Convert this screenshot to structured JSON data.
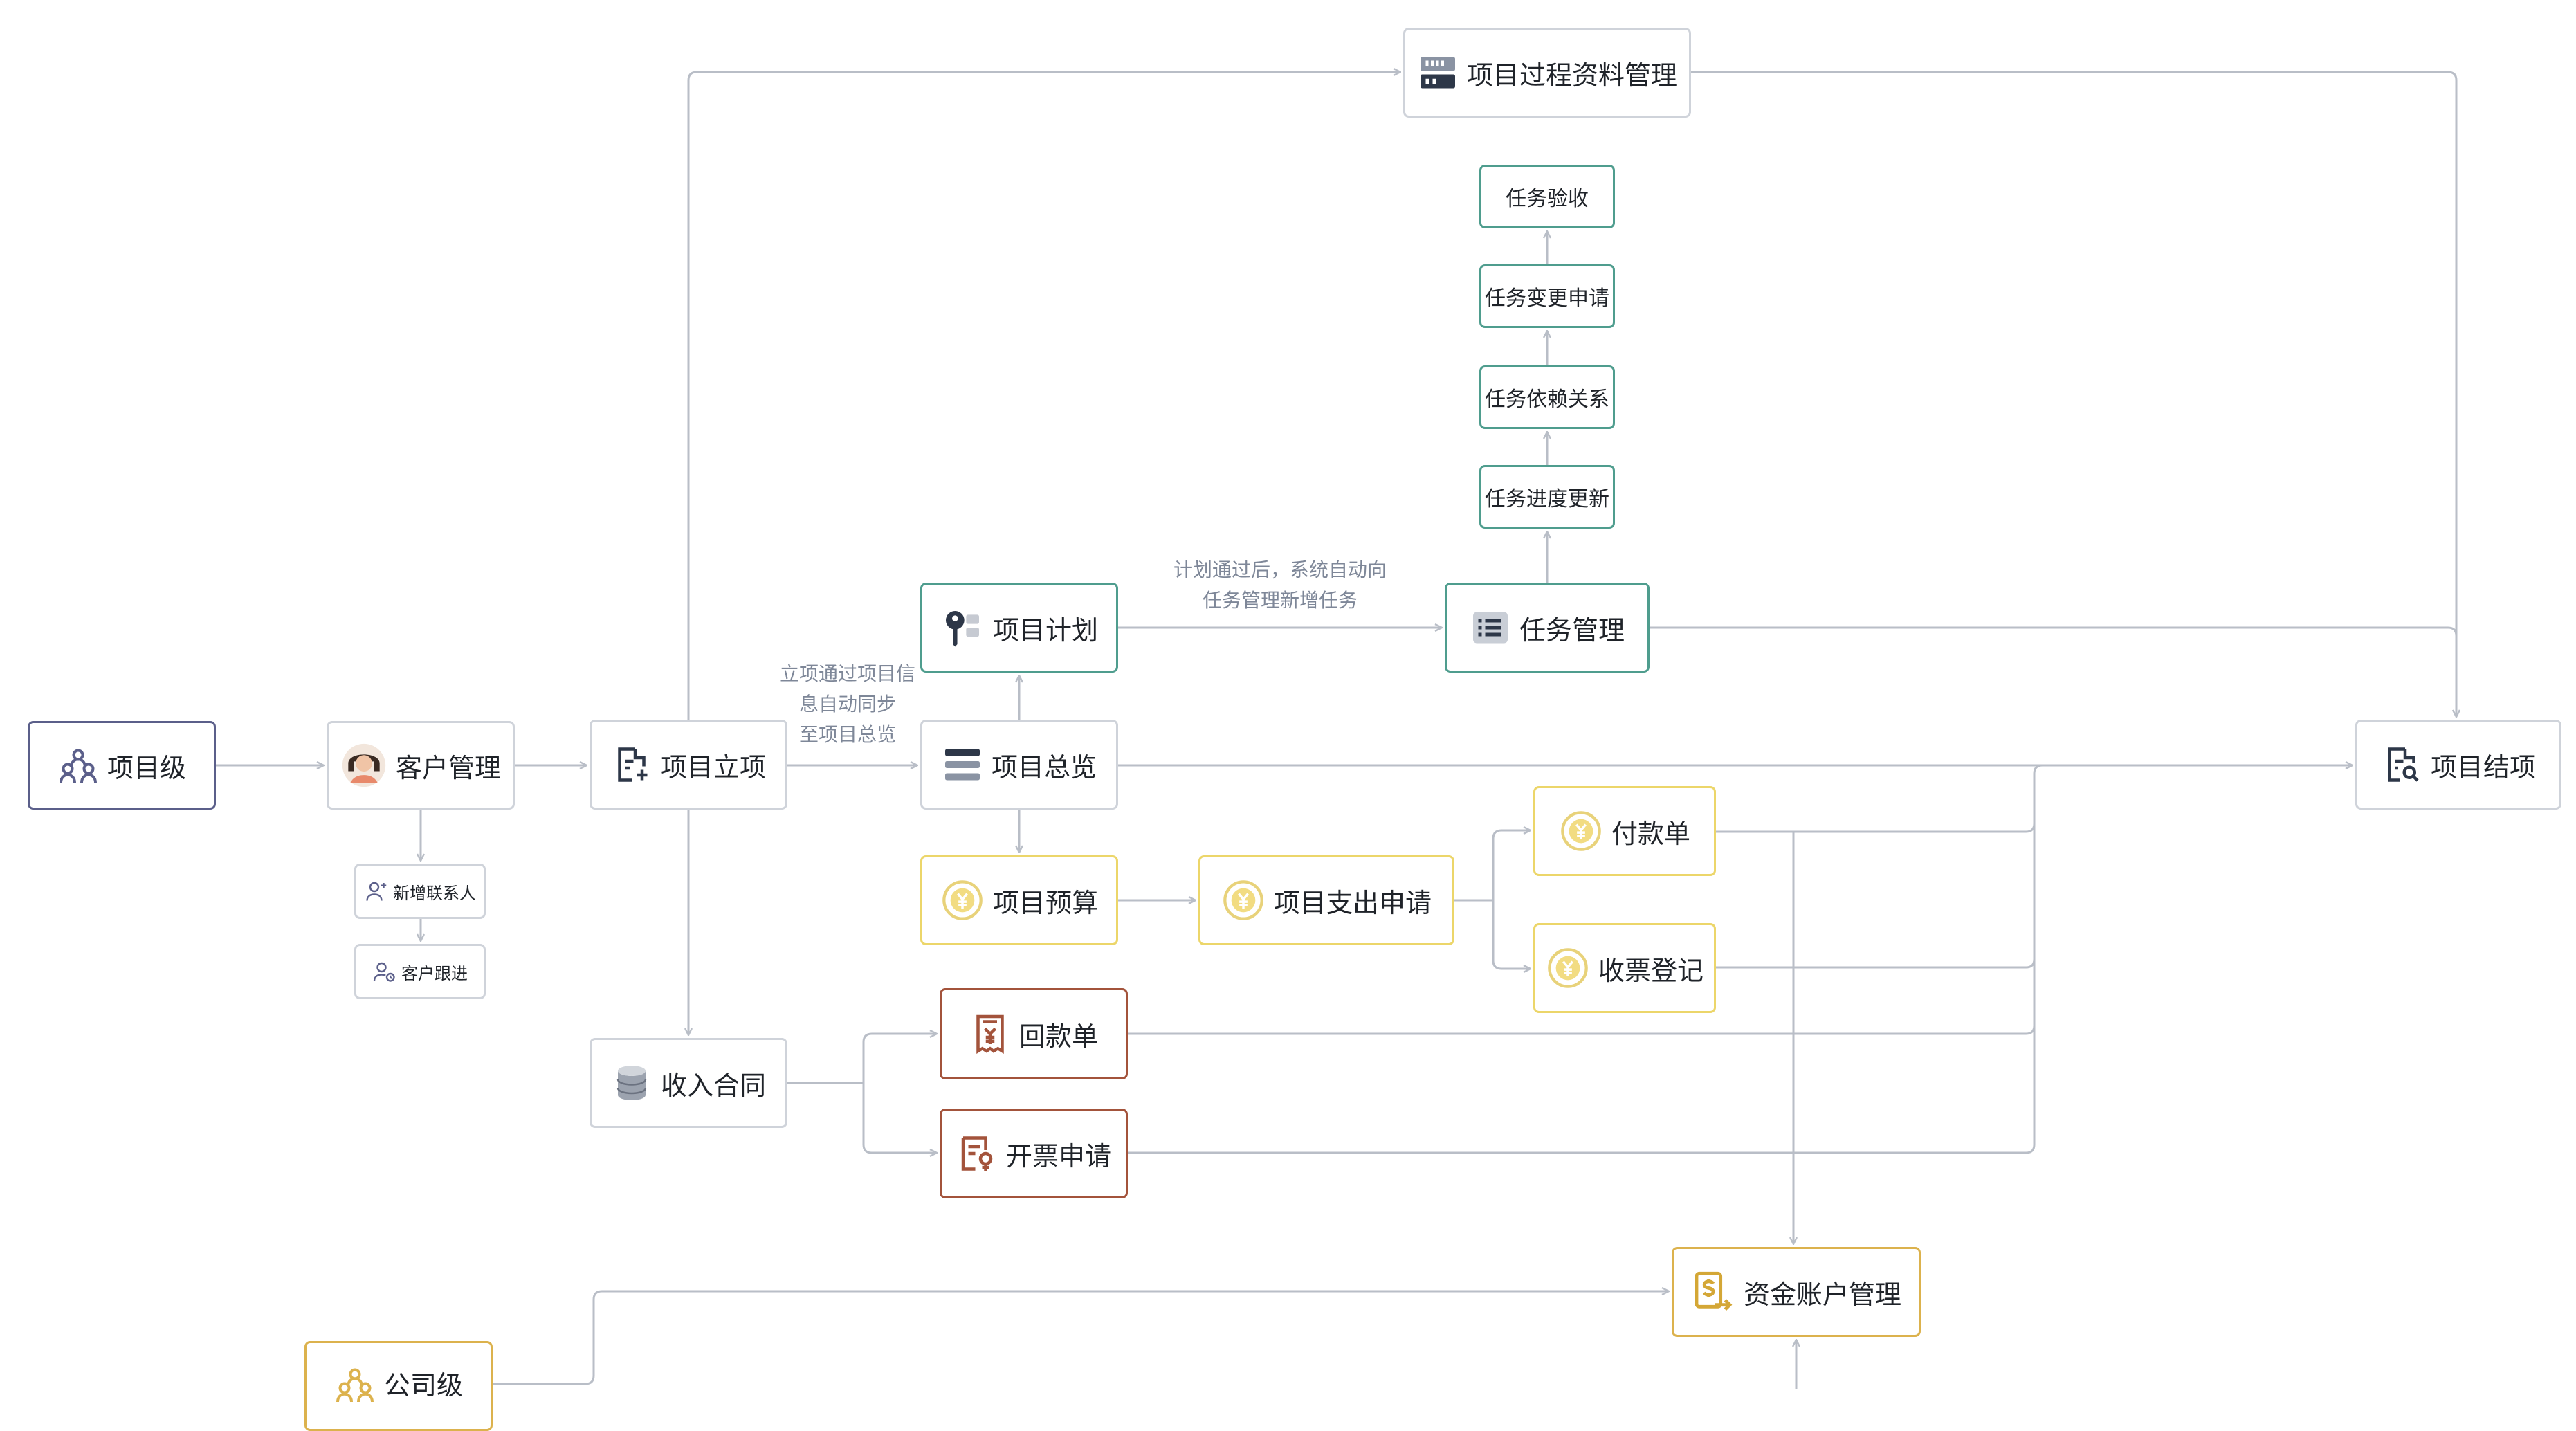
{
  "nodes": {
    "project_level": "项目级",
    "customer_mgmt": "客户管理",
    "new_contact": "新增联系人",
    "customer_follow": "客户跟进",
    "project_init": "项目立项",
    "project_plan": "项目计划",
    "project_overview": "项目总览",
    "task_mgmt": "任务管理",
    "task_progress": "任务进度更新",
    "task_dependency": "任务依赖关系",
    "task_change": "任务变更申请",
    "task_acceptance": "任务验收",
    "process_docs": "项目过程资料管理",
    "project_close": "项目结项",
    "project_budget": "项目预算",
    "expense_request": "项目支出申请",
    "payment_order": "付款单",
    "invoice_receipt": "收票登记",
    "income_contract": "收入合同",
    "collection_order": "回款单",
    "invoice_request": "开票申请",
    "fund_account": "资金账户管理",
    "company_level": "公司级"
  },
  "notes": {
    "sync_line1": "立项通过项目信",
    "sync_line2": "息自动同步",
    "sync_line3": "至项目总览",
    "plan_line1": "计划通过后，系统自动向",
    "plan_line2": "任务管理新增任务"
  },
  "colors": {
    "connector": "#b9bec7",
    "purple": "#5b5f8a",
    "teal": "#4f9d8e",
    "yellow": "#ecd66a",
    "brown": "#a3533b",
    "gold": "#dcb24d",
    "note_text": "#7e8798"
  }
}
